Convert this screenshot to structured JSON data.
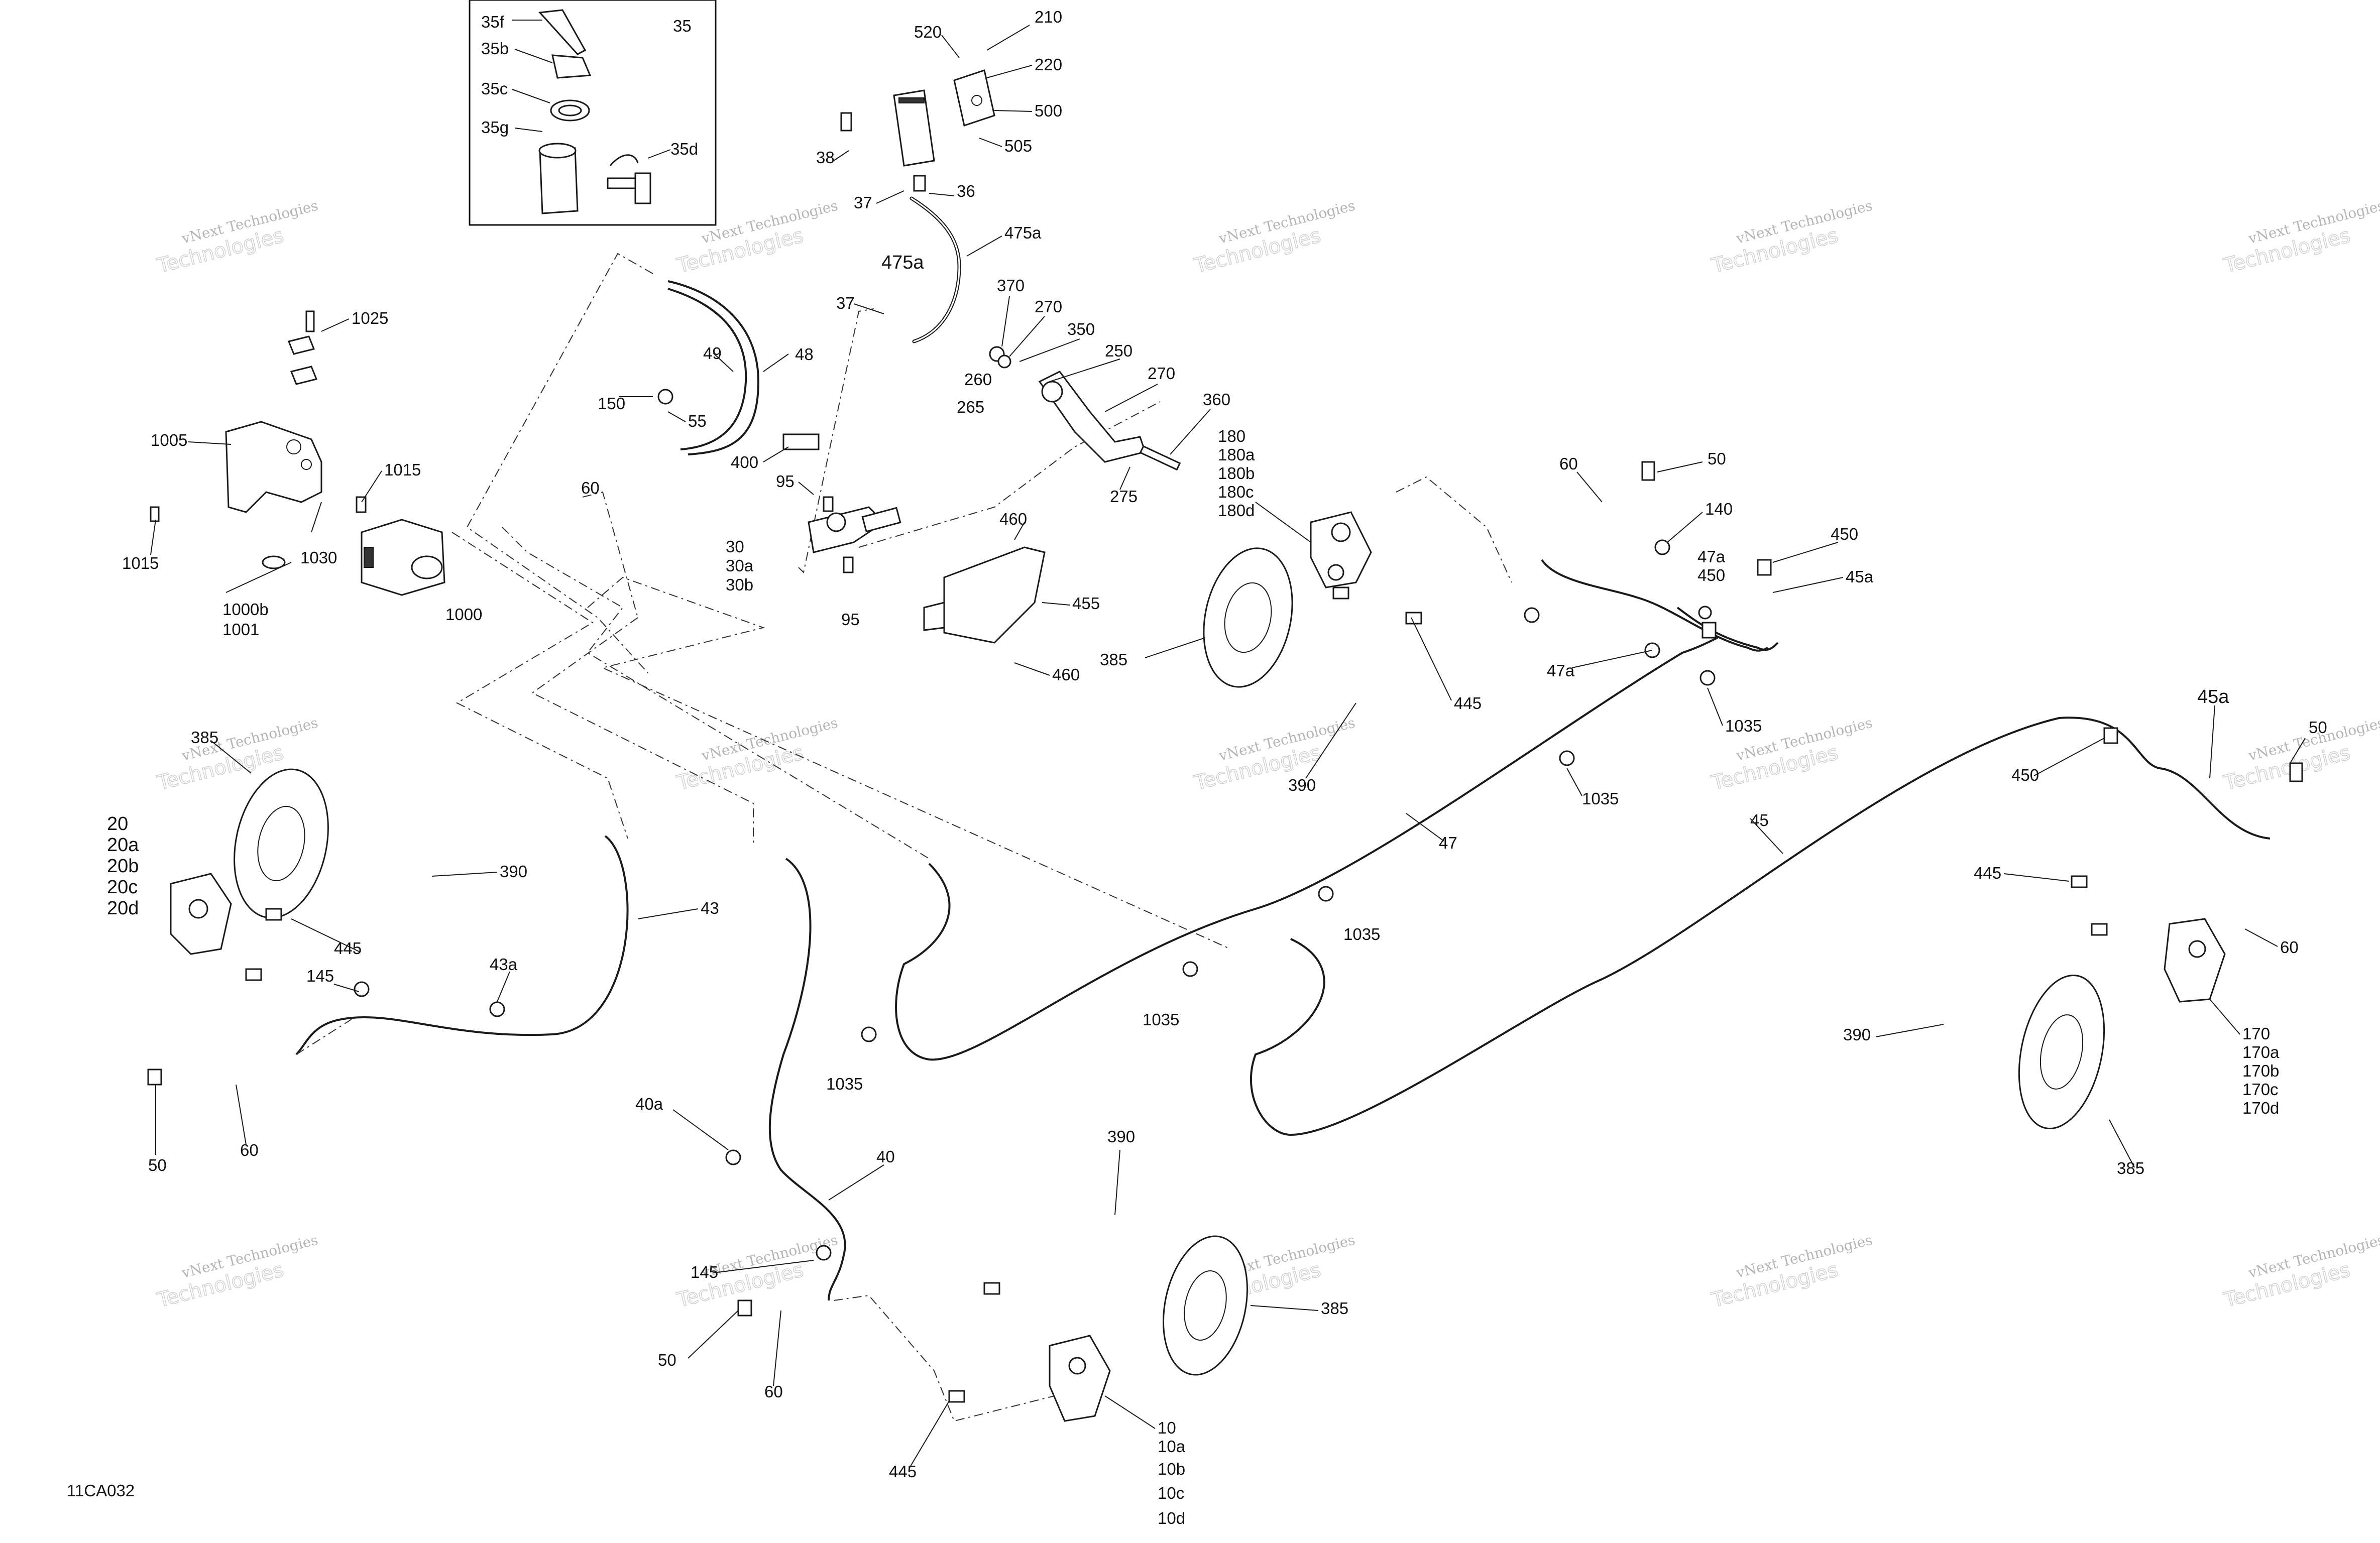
{
  "diagram": {
    "code": "11CA032",
    "watermark": {
      "line1": "vNext Technologies",
      "line2": "Technologies"
    },
    "inset_labels": {
      "35": "35",
      "35f": "35f",
      "35b": "35b",
      "35c": "35c",
      "35g": "35g",
      "35d": "35d"
    },
    "callouts": {
      "c520": "520",
      "c210": "210",
      "c220": "220",
      "c500": "500",
      "c505": "505",
      "c38": "38",
      "c37a": "37",
      "c36": "36",
      "c475a": "475a",
      "c475a_b": "475a",
      "c37b": "37",
      "c370": "370",
      "c270a": "270",
      "c350": "350",
      "c250": "250",
      "c270b": "270",
      "c260": "260",
      "c265": "265",
      "c360": "360",
      "c275": "275",
      "c1025": "1025",
      "c1005": "1005",
      "c1015a": "1015",
      "c1015b": "1015",
      "c1030": "1030",
      "c1000b": "1000b",
      "c1001": "1001",
      "c1000": "1000",
      "c49": "49",
      "c48": "48",
      "c150": "150",
      "c55": "55",
      "c60a": "60",
      "c400": "400",
      "c95a": "95",
      "c30": "30",
      "c30a": "30a",
      "c30b": "30b",
      "c95b": "95",
      "c460a": "460",
      "c455": "455",
      "c460b": "460",
      "c180": "180",
      "c180a": "180a",
      "c180b": "180b",
      "c180c": "180c",
      "c180d": "180d",
      "c385a": "385",
      "c445a": "445",
      "c390a": "390",
      "c60b": "60",
      "c50a": "50",
      "c140": "140",
      "c47a_a": "47a",
      "c450a": "450",
      "c450b": "450",
      "c45a_a": "45a",
      "c47a_b": "47a",
      "c1035a": "1035",
      "c1035b": "1035",
      "c47": "47",
      "c45": "45",
      "c1035c": "1035",
      "c1035d": "1035",
      "c1035e": "1035",
      "c45a_b": "45a",
      "c50b": "50",
      "c450c": "450",
      "c445b": "445",
      "c60c": "60",
      "c390b": "390",
      "c170": "170",
      "c170a": "170a",
      "c170b": "170b",
      "c170c": "170c",
      "c170d": "170d",
      "c385b": "385",
      "c385c": "385",
      "c20": "20",
      "c20a": "20a",
      "c20b": "20b",
      "c20c": "20c",
      "c20d": "20d",
      "c390c": "390",
      "c445c": "445",
      "c43": "43",
      "c145a": "145",
      "c43a": "43a",
      "c50c": "50",
      "c60d": "60",
      "c40a": "40a",
      "c40": "40",
      "c145b": "145",
      "c50d": "50",
      "c60e": "60",
      "c390d": "390",
      "c385d": "385",
      "c10": "10",
      "c10a": "10a",
      "c10b": "10b",
      "c10c": "10c",
      "c10d": "10d",
      "c445d": "445"
    }
  }
}
